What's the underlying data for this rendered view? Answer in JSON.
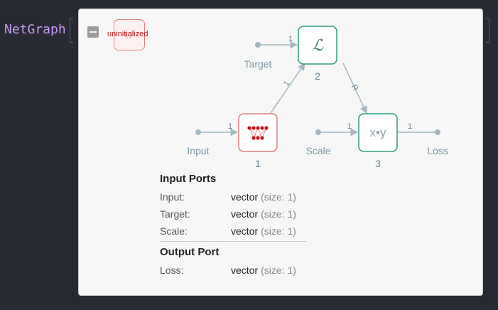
{
  "header": {
    "label": "NetGraph"
  },
  "status": {
    "text": "uninitialized"
  },
  "graph": {
    "inputs": {
      "input": "Input",
      "target": "Target",
      "scale": "Scale"
    },
    "output": "Loss",
    "nodes": [
      {
        "id": "1",
        "glyph": "W"
      },
      {
        "id": "2",
        "glyph": "ℒ"
      },
      {
        "id": "3",
        "glyph": "x•y"
      }
    ],
    "edges": [
      {
        "from": "Input",
        "to": "1",
        "label": "1"
      },
      {
        "from": "1",
        "to": "2",
        "label": "1"
      },
      {
        "from": "Target",
        "to": "2",
        "label": "1"
      },
      {
        "from": "2",
        "to": "3",
        "label": "R"
      },
      {
        "from": "Scale",
        "to": "3",
        "label": "1"
      },
      {
        "from": "3",
        "to": "Loss",
        "label": "1"
      }
    ]
  },
  "ports": {
    "input_title": "Input Ports",
    "inputs": [
      {
        "name": "Input:",
        "type": "vector",
        "size": "(size: 1)"
      },
      {
        "name": "Target:",
        "type": "vector",
        "size": "(size: 1)"
      },
      {
        "name": "Scale:",
        "type": "vector",
        "size": "(size: 1)"
      }
    ],
    "output_title": "Output Port",
    "outputs": [
      {
        "name": "Loss:",
        "type": "vector",
        "size": "(size: 1)"
      }
    ]
  },
  "colors": {
    "background": "#272a33",
    "header_text": "#c79bf2",
    "panel": "#f7f7f7",
    "red_node": "#e08080",
    "green_node": "#2f9e78",
    "edge": "#a4b6bf"
  }
}
